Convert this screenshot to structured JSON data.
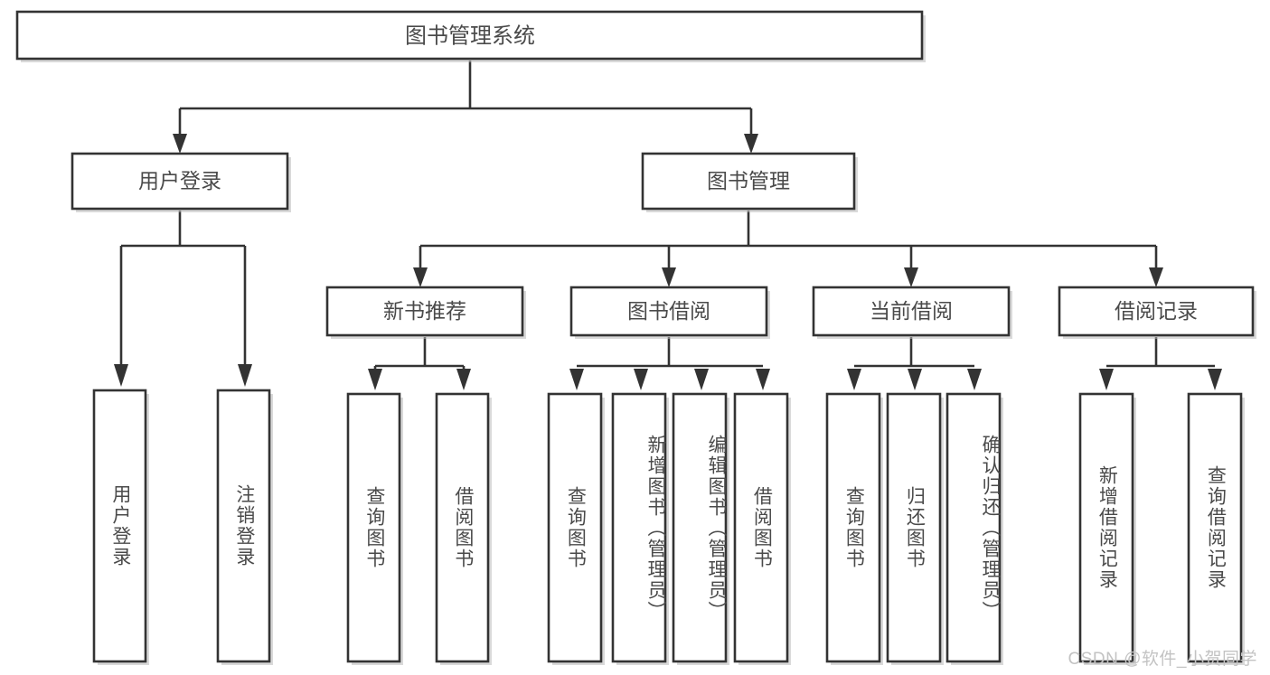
{
  "diagram": {
    "type": "tree-hierarchy",
    "title_node": {
      "id": "root",
      "label": "图书管理系统"
    },
    "level1": [
      {
        "id": "login",
        "label": "用户登录"
      },
      {
        "id": "bookmgmt",
        "label": "图书管理"
      }
    ],
    "level2": [
      {
        "id": "newbook",
        "label": "新书推荐",
        "parent": "bookmgmt"
      },
      {
        "id": "borrow",
        "label": "图书借阅",
        "parent": "bookmgmt"
      },
      {
        "id": "current",
        "label": "当前借阅",
        "parent": "bookmgmt"
      },
      {
        "id": "record",
        "label": "借阅记录",
        "parent": "bookmgmt"
      }
    ],
    "leaves": {
      "login": [
        {
          "id": "leaf-user-login",
          "label": "用户登录"
        },
        {
          "id": "leaf-user-logout",
          "label": "注销登录"
        }
      ],
      "newbook": [
        {
          "id": "leaf-newbook-query",
          "label": "查询图书"
        },
        {
          "id": "leaf-newbook-borrow",
          "label": "借阅图书"
        }
      ],
      "borrow": [
        {
          "id": "leaf-borrow-query",
          "label": "查询图书"
        },
        {
          "id": "leaf-borrow-add",
          "label": "新增图书（管理员）"
        },
        {
          "id": "leaf-borrow-edit",
          "label": "编辑图书（管理员）"
        },
        {
          "id": "leaf-borrow-lend",
          "label": "借阅图书"
        }
      ],
      "current": [
        {
          "id": "leaf-current-query",
          "label": "查询图书"
        },
        {
          "id": "leaf-current-return",
          "label": "归还图书"
        },
        {
          "id": "leaf-current-confirm",
          "label": "确认归还（管理员）"
        }
      ],
      "record": [
        {
          "id": "leaf-record-add",
          "label": "新增借阅记录"
        },
        {
          "id": "leaf-record-query",
          "label": "查询借阅记录"
        }
      ]
    }
  },
  "watermark": {
    "text": "CSDN @软件_小贺同学"
  },
  "colors": {
    "box_stroke": "#333333",
    "box_fill": "#ffffff",
    "text": "#4a4a4a",
    "watermark": "#c3c3c3",
    "background": "#ffffff"
  }
}
